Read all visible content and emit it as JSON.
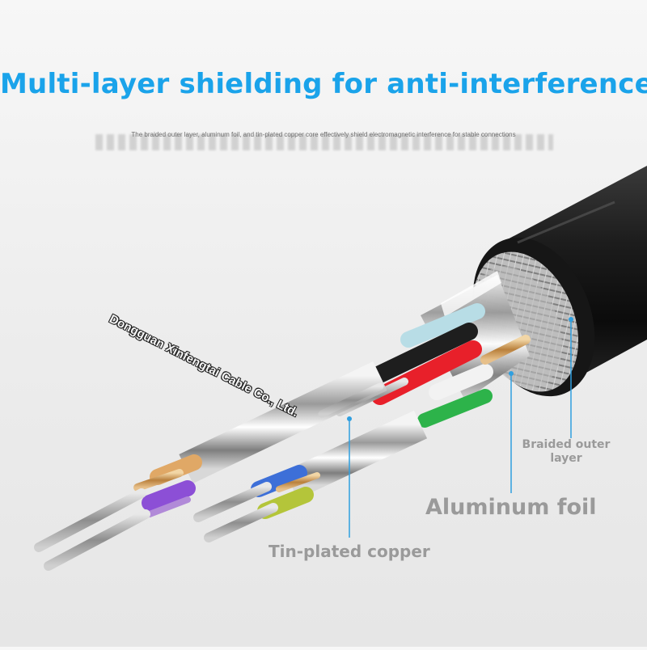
{
  "headline": "Multi-layer shielding for anti-interference",
  "subheading": "The braided outer layer, aluminum foil, and tin-plated copper core effectively shield electromagnetic interference for stable connections",
  "watermark": "Dongguan Xinfengtai Cable Co., Ltd.",
  "callouts": {
    "braided_line1": "Braided outer",
    "braided_line2": "layer",
    "aluminum_foil": "Aluminum foil",
    "tin_plated_copper": "Tin-plated copper"
  },
  "colors": {
    "headline": "#1aa3ea",
    "leader_line": "#2f9fe0",
    "callout_text": "#9a9a9a",
    "jacket": "#111111"
  }
}
